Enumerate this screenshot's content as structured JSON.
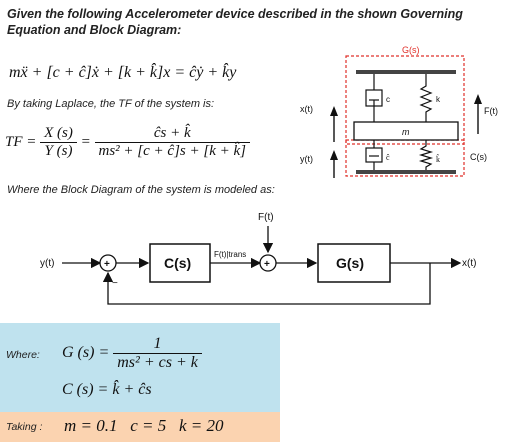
{
  "intro": {
    "line1": "Given the following Accelerometer device described in the shown Governing",
    "line2": "Equation and Block Diagram:"
  },
  "equation": {
    "governing": "mẍ + [c + ĉ]ẋ + [k + k̂]x = ĉẏ + k̂y",
    "laplace_note": "By taking Laplace, the TF of the system is:",
    "tf_label": "TF =",
    "tf_left_num": "X (s)",
    "tf_left_den": "Y (s)",
    "tf_eq": "=",
    "tf_right_num": "ĉs + k̂",
    "tf_right_den": "ms² + [c + ĉ]s + [k + k̂]"
  },
  "block_note": "Where the Block Diagram of the system is modeled as:",
  "mechanical": {
    "gs_label": "G(s)",
    "cs_label": "C(s)",
    "x_label": "x(t)",
    "y_label": "y(t)",
    "f_label": "F(t)",
    "m_label": "m",
    "c_label": "c",
    "k_label": "k",
    "chat_label": "ĉ",
    "khat_label": "k̂",
    "colors": {
      "dashed_box": "#e0302a",
      "arrow": "#111111"
    }
  },
  "block_diagram": {
    "input_label": "y(t)",
    "output_label": "x(t)",
    "ft_top_label": "F(t)",
    "ft_trans_label": "F(t)|trans",
    "c_block": "C(s)",
    "g_block": "G(s)",
    "sum1_sign": "+",
    "sum2_sign": "+",
    "feedback_sign": "−"
  },
  "where": {
    "label": "Where:",
    "g_lhs": "G (s) =",
    "g_num": "1",
    "g_den": "ms² + cs + k",
    "c_eq": "C (s) = k̂ + ĉs"
  },
  "taking": {
    "label": "Taking :",
    "values": "m = 0.1   c = 5   k = 20"
  },
  "colors": {
    "panel_blue": "#bfe2ee",
    "panel_orange": "#fbd3b0"
  }
}
